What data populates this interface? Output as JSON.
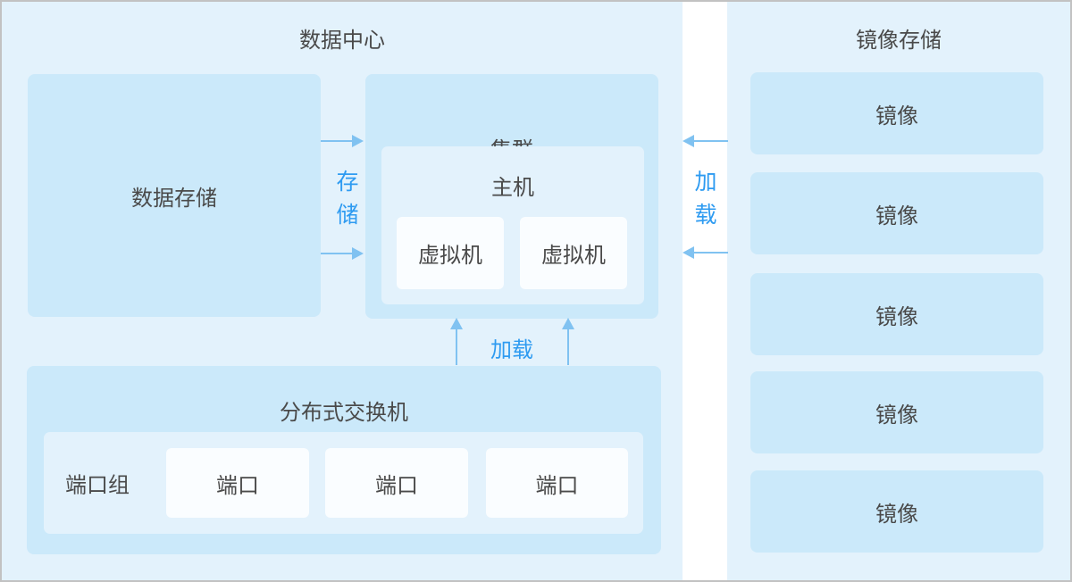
{
  "colors": {
    "container_bg": "#e3f2fc",
    "box_bg": "#cbe9fa",
    "leaf_bg": "#fafdff",
    "text_dark": "#4a4a4a",
    "accent_blue": "#2e9bf1",
    "arrow_blue": "#80c2f1",
    "frame_gray": "#c2c2c2"
  },
  "data_center": {
    "title": "数据中心",
    "data_store": {
      "label": "数据存储"
    },
    "cluster": {
      "label": "集群",
      "host": {
        "label": "主机",
        "vms": [
          {
            "label": "虚拟机"
          },
          {
            "label": "虚拟机"
          }
        ]
      }
    },
    "switch": {
      "label": "分布式交换机",
      "port_group_label": "端口组",
      "ports": [
        {
          "label": "端口"
        },
        {
          "label": "端口"
        },
        {
          "label": "端口"
        }
      ]
    }
  },
  "image_storage": {
    "title": "镜像存储",
    "images": [
      {
        "label": "镜像"
      },
      {
        "label": "镜像"
      },
      {
        "label": "镜像"
      },
      {
        "label": "镜像"
      },
      {
        "label": "镜像"
      }
    ]
  },
  "edges": {
    "storage_label": "存储",
    "load_label_switch": "加载",
    "load_label_images": "加载"
  }
}
